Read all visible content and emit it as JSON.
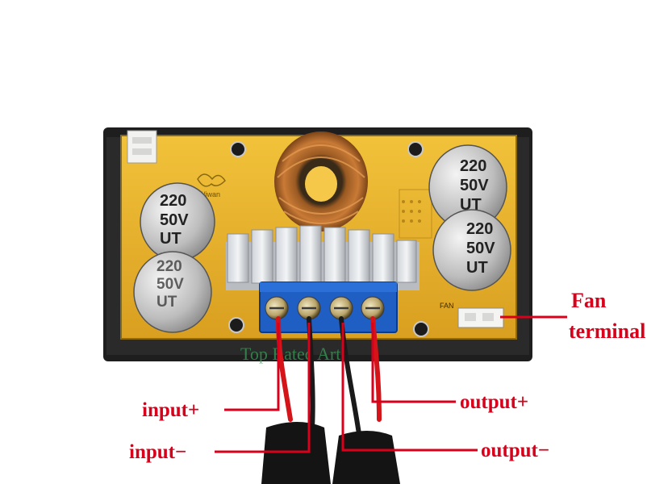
{
  "labels": {
    "input_plus": "input+",
    "input_minus": "input−",
    "output_plus": "output+",
    "output_minus": "output−",
    "fan_line1": "Fan",
    "fan_line2": "terminal"
  },
  "capacitors": [
    {
      "value": "220",
      "voltage": "50V",
      "code": "UT"
    },
    {
      "value": "220",
      "voltage": "50V",
      "code": "UT"
    },
    {
      "value": "220",
      "voltage": "50V",
      "code": "UT"
    },
    {
      "value": "220",
      "voltage": "50V",
      "code": "UT"
    }
  ],
  "board": {
    "brand_logo": "Wiwan",
    "fan_header_label": "FAN",
    "watermark": "Top Rated Art"
  },
  "colors": {
    "board_yellow": "#e9b52c",
    "label_red": "#d8001a",
    "terminal_blue": "#1f5fc4",
    "wire_red": "#d41418",
    "wire_black": "#1a1a1a"
  }
}
